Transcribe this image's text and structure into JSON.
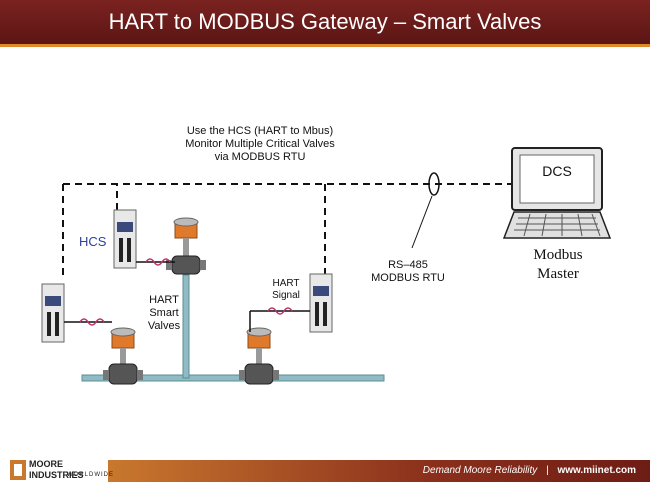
{
  "slide": {
    "title": "HART to MODBUS Gateway – Smart Valves"
  },
  "diagram": {
    "caption": [
      "Use the HCS (HART to Mbus)",
      "Monitor Multiple Critical Valves",
      "via MODBUS RTU"
    ],
    "hcs_label": "HCS",
    "hart_valves_label": [
      "HART",
      "Smart",
      "Valves"
    ],
    "hart_signal_label": [
      "HART",
      "Signal"
    ],
    "rs485_label": [
      "RS–485",
      "MODBUS RTU"
    ],
    "dcs_label": "DCS",
    "master_label": [
      "Modbus",
      "Master"
    ]
  },
  "footer": {
    "logo_line1": "MOORE",
    "logo_line2": "INDUSTRIES",
    "logo_line3": "WORLDWIDE",
    "tagline": "Demand Moore Reliability",
    "separator": "|",
    "url": "www.miinet.com"
  },
  "colors": {
    "title_bg": "#6b1c1a",
    "accent_orange": "#e0892a",
    "pipe": "#8fbcc4",
    "signal_wave": "#c0306a",
    "hcs_text": "#2f3fa0"
  }
}
